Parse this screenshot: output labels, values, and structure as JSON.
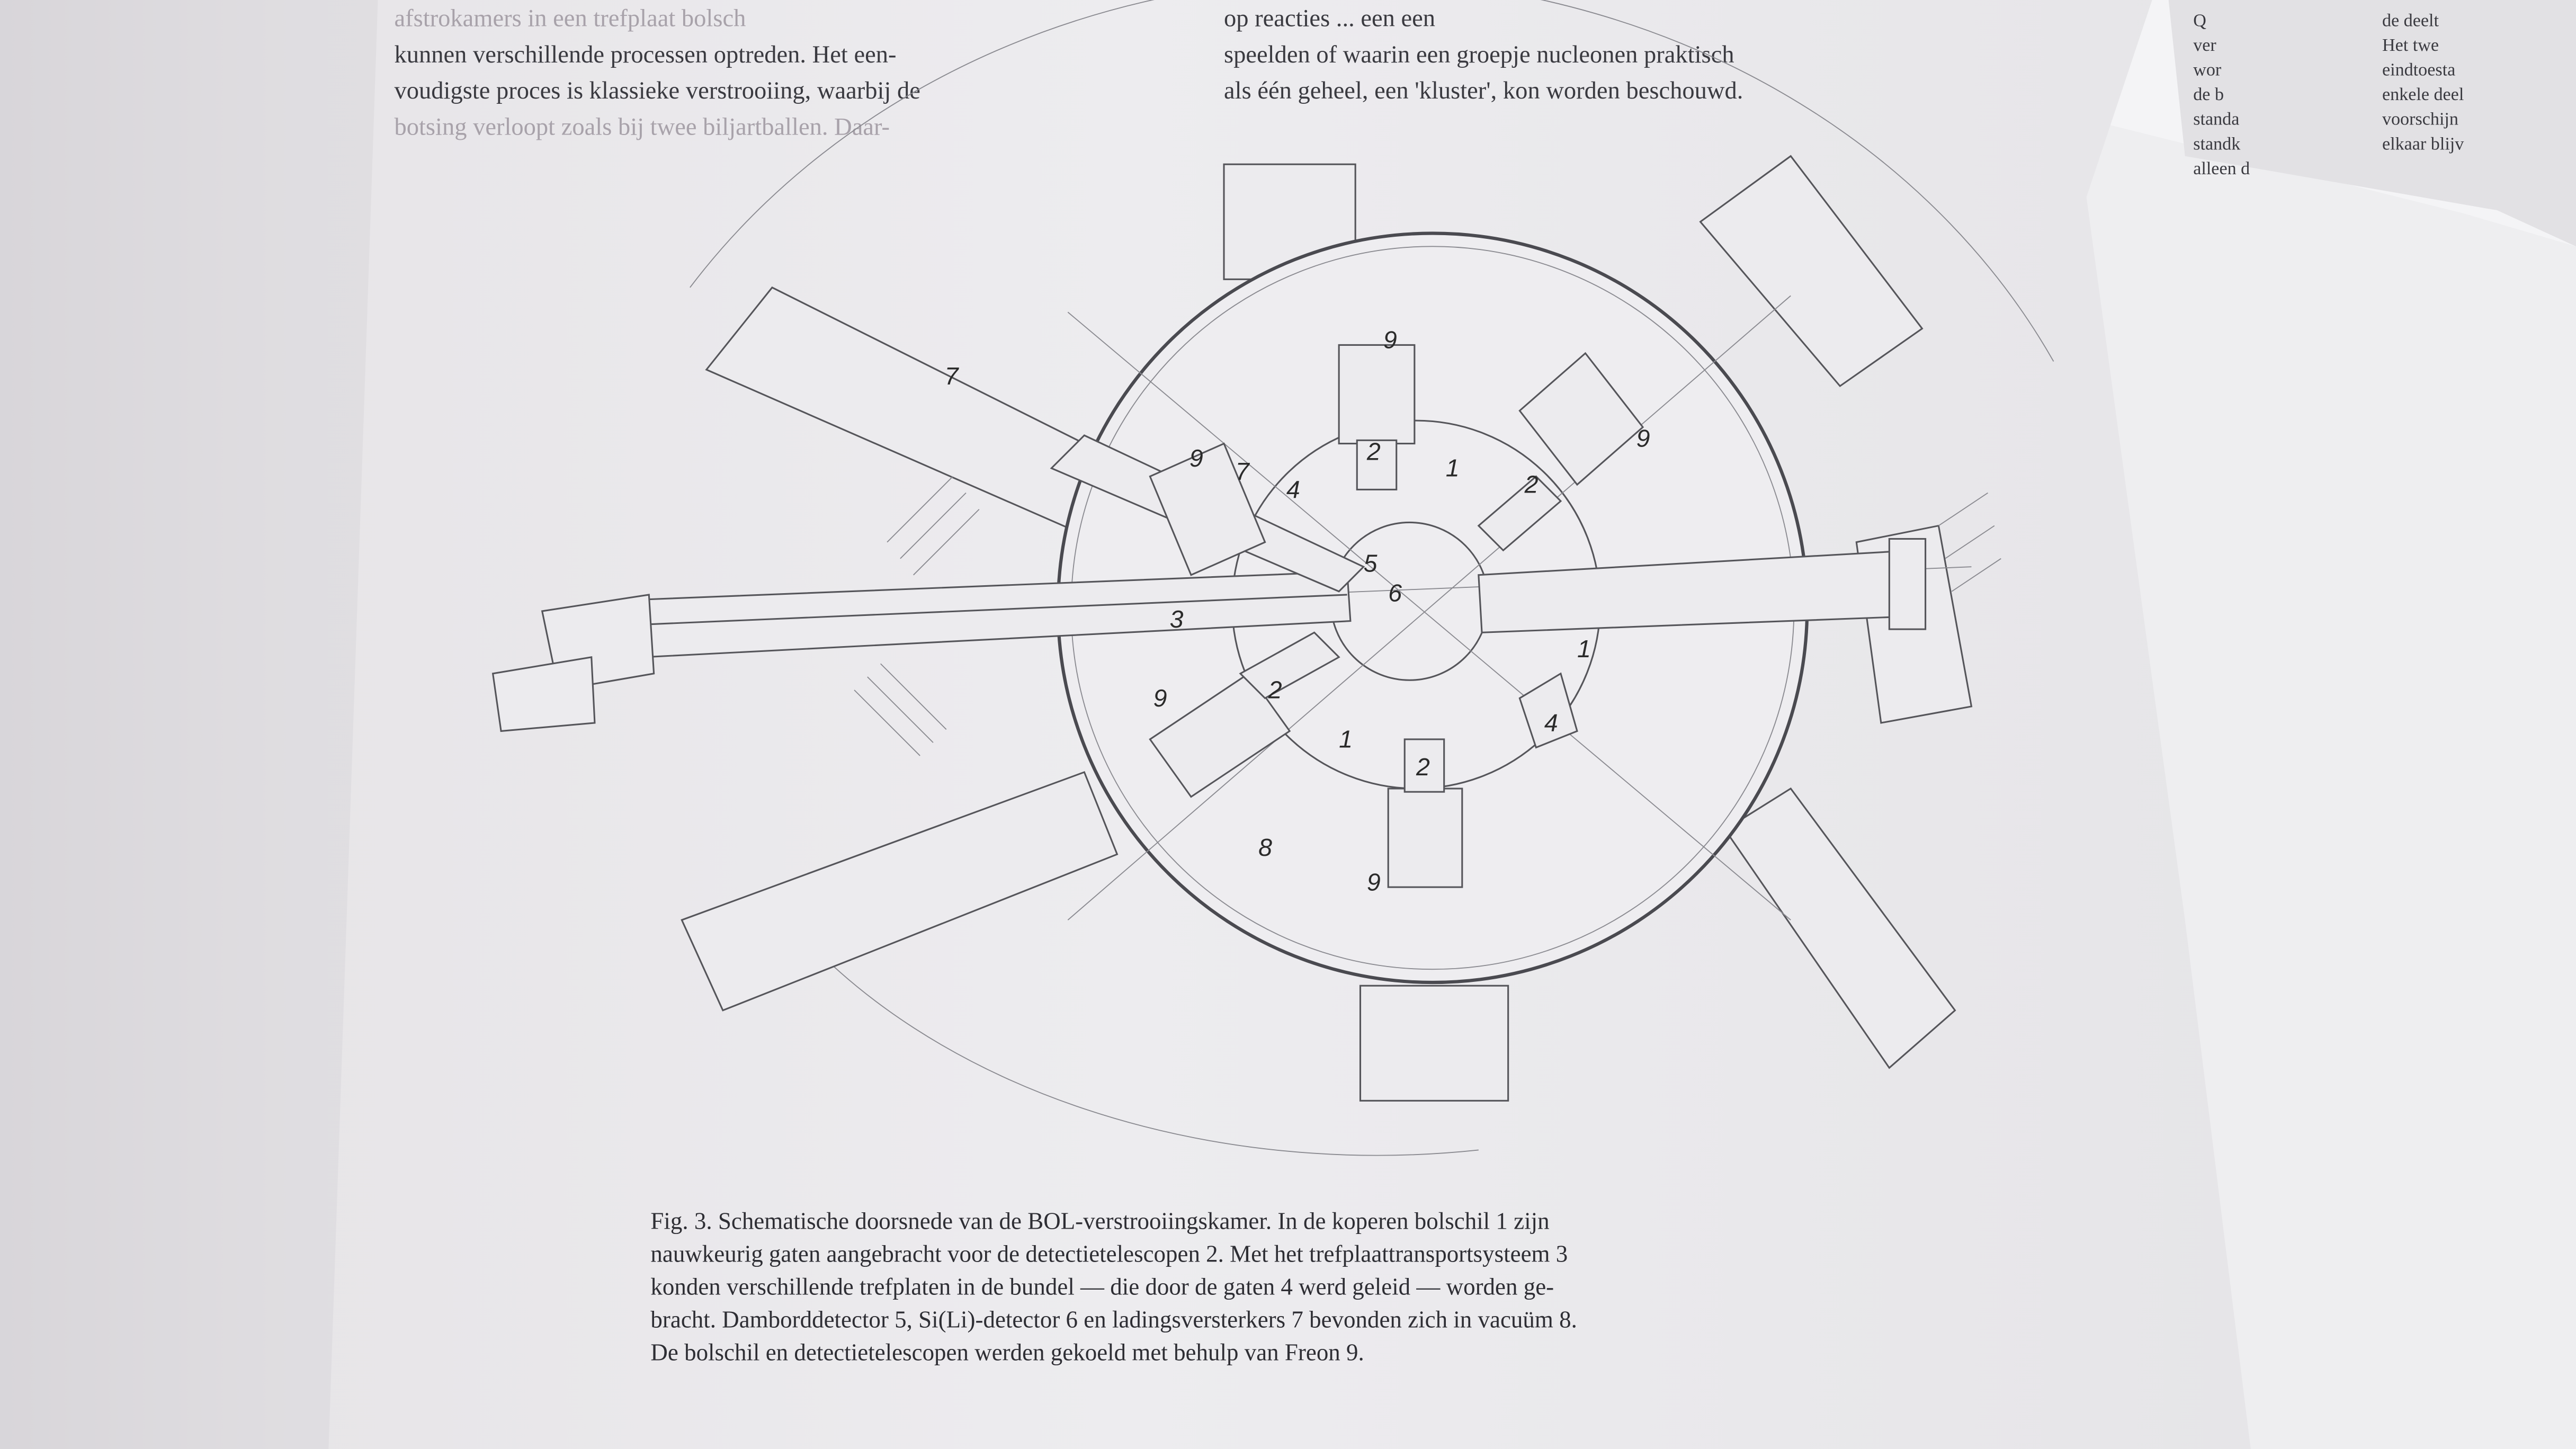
{
  "top_text": {
    "left_column": [
      "afstrokamers in een trefplaat bolsch",
      "kunnen verschillende processen optreden. Het een-",
      "voudigste proces is klassieke verstrooiing, waarbij de",
      "botsing verloopt zoals bij twee biljartballen. Daar-"
    ],
    "right_column": [
      "op reacties ... een een",
      "speelden of waarin een groepje nucleonen praktisch",
      "als één geheel, een 'kluster', kon worden beschouwd."
    ]
  },
  "right_page_fragments": [
    "Q",
    "ver",
    "wor",
    "de b",
    "standa",
    "standk",
    "alleen d",
    "de deelt",
    "Het twe",
    "eindtoesta",
    "enkele deel",
    "voorschijn",
    "elkaar blijv"
  ],
  "figure": {
    "labels": [
      "1",
      "1",
      "1",
      "2",
      "2",
      "2",
      "2",
      "3",
      "4",
      "4",
      "5",
      "6",
      "7",
      "7",
      "8",
      "9",
      "9",
      "9",
      "9",
      "9"
    ]
  },
  "caption": {
    "lines": [
      "Fig. 3. Schematische doorsnede van de BOL-verstrooiingskamer. In de koperen bolschil 1 zijn",
      "nauwkeurig gaten aangebracht voor de detectietelescopen 2. Met het trefplaattransportsysteem 3",
      "konden verschillende trefplaten in de bundel — die door de gaten 4 werd geleid — worden ge-",
      "bracht. Damborddetector 5, Si(Li)-detector 6 en ladingsversterkers 7 bevonden zich in vacuüm 8.",
      "De bolschil en detectietelescopen werden gekoeld met behulp van Freon 9."
    ]
  }
}
